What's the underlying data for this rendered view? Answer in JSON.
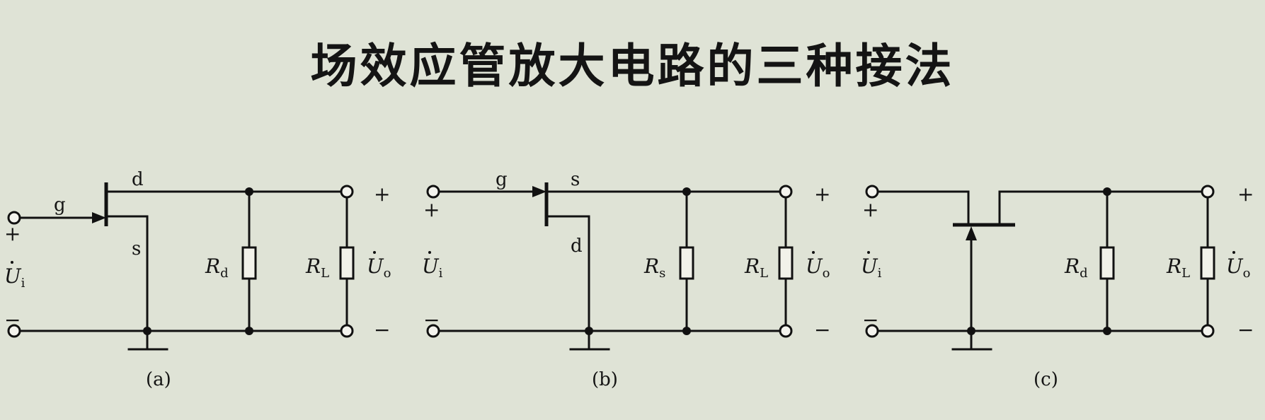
{
  "title": "场效应管放大电路的三种接法",
  "circuits": [
    {
      "caption": "(a)",
      "gate": "g",
      "upper": "d",
      "lower": "s",
      "r_load": {
        "sym": "R",
        "sub": "d"
      },
      "r_out": {
        "sym": "R",
        "sub": "L"
      },
      "input": {
        "sym": "U",
        "sub": "i",
        "plus": "+",
        "minus": "−"
      },
      "output": {
        "sym": "U",
        "sub": "o",
        "plus": "+",
        "minus": "−"
      }
    },
    {
      "caption": "(b)",
      "gate": "g",
      "upper": "s",
      "lower": "d",
      "r_load": {
        "sym": "R",
        "sub": "s"
      },
      "r_out": {
        "sym": "R",
        "sub": "L"
      },
      "input": {
        "sym": "U",
        "sub": "i",
        "plus": "+",
        "minus": "−"
      },
      "output": {
        "sym": "U",
        "sub": "o",
        "plus": "+",
        "minus": "−"
      }
    },
    {
      "caption": "(c)",
      "r_load": {
        "sym": "R",
        "sub": "d"
      },
      "r_out": {
        "sym": "R",
        "sub": "L"
      },
      "input": {
        "sym": "U",
        "sub": "i",
        "plus": "+",
        "minus": "−"
      },
      "output": {
        "sym": "U",
        "sub": "o",
        "plus": "+",
        "minus": "−"
      }
    }
  ]
}
